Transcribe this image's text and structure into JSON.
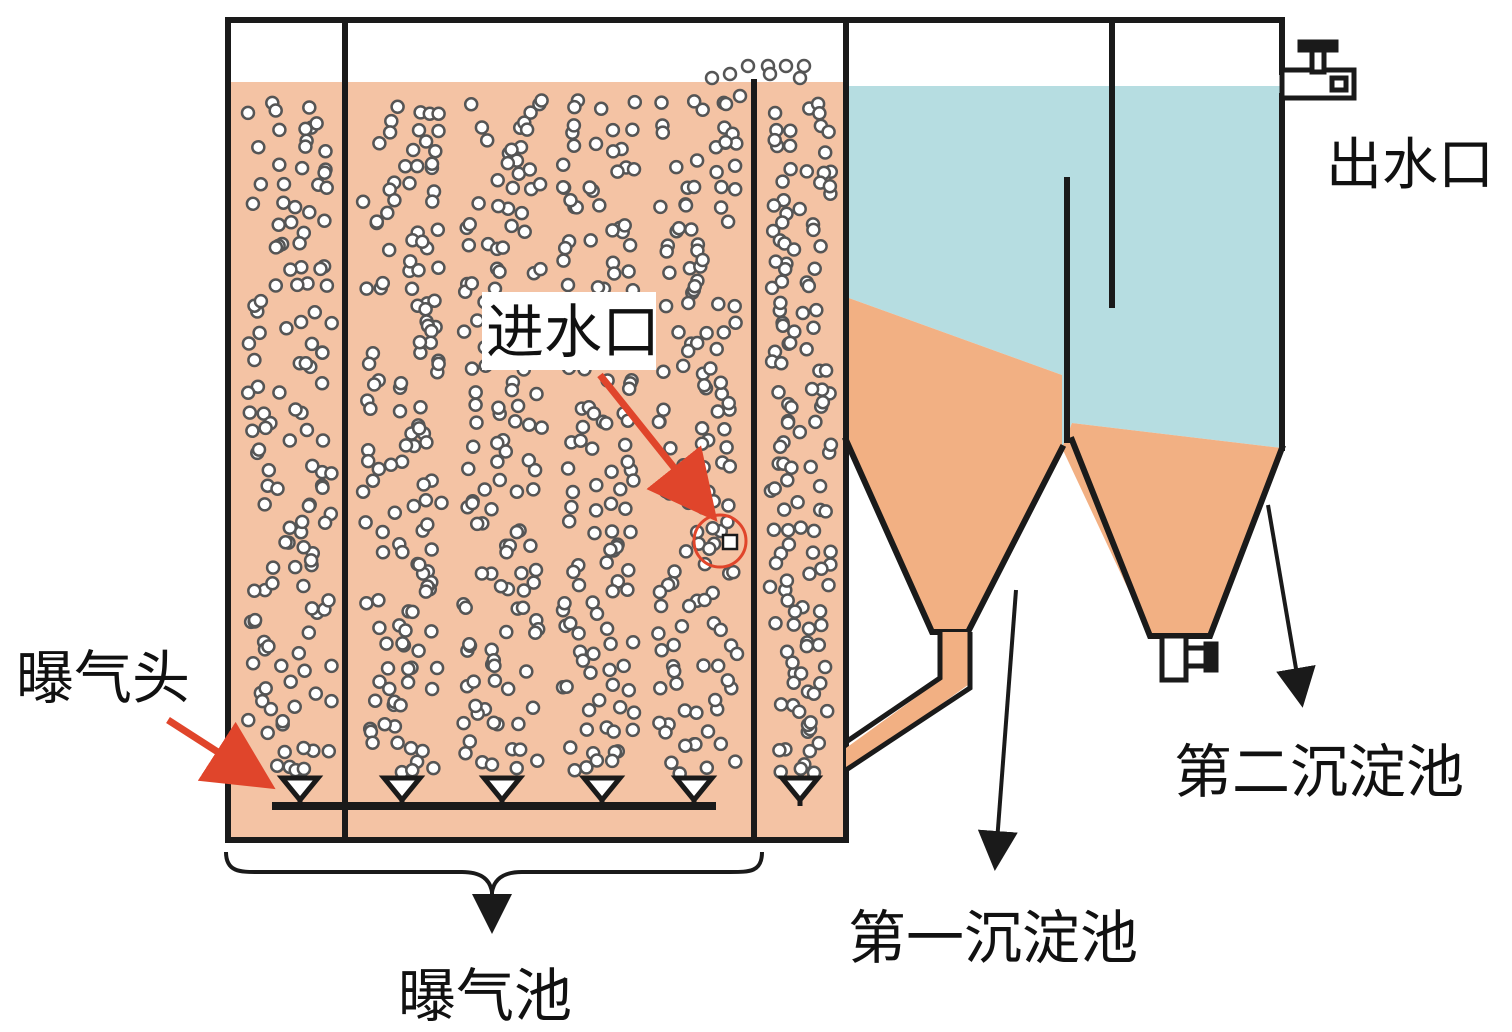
{
  "labels": {
    "inlet": "进水口",
    "outlet": "出水口",
    "aerator": "曝气头",
    "aeration_tank": "曝气池",
    "primary_clarifier": "第一沉淀池",
    "secondary_clarifier": "第二沉淀池"
  },
  "colors": {
    "sludge": "#f4c3a4",
    "settled_sludge": "#f2b083",
    "clear_water": "#b6dde1",
    "outline": "#1a1a1a",
    "arrow_red": "#e0452b",
    "bubble": "#555555"
  }
}
